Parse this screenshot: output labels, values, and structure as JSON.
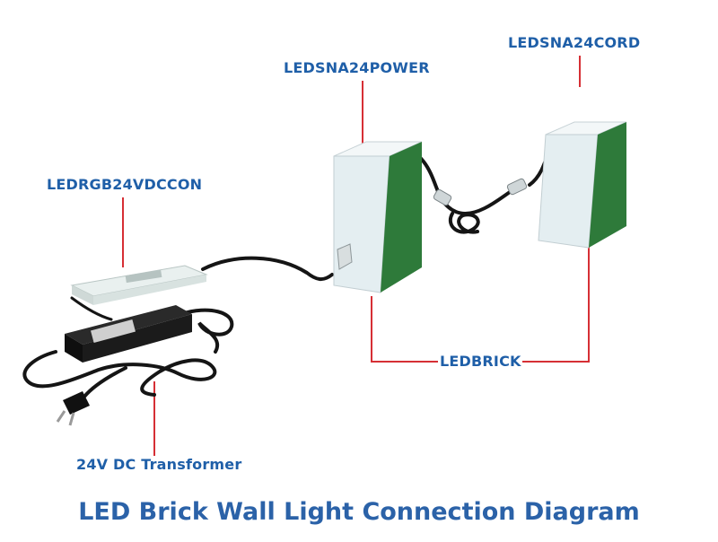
{
  "diagram": {
    "title": "LED Brick Wall Light Connection Diagram",
    "labels": {
      "ledsna24cord": "LEDSNA24CORD",
      "ledsna24power": "LEDSNA24POWER",
      "ledrgb24vdccon": "LEDRGB24VDCCON",
      "ledbrick": "LEDBRICK",
      "transformer": "24V DC Transformer"
    },
    "colors": {
      "label_text": "#1f5fa8",
      "leader_line": "#d62f35",
      "brick_face": "#e4eef1",
      "brick_side": "#2e7a3a",
      "cable": "#151515",
      "transformer": "#1b1b1b",
      "controller": "#e9f0ef"
    }
  }
}
